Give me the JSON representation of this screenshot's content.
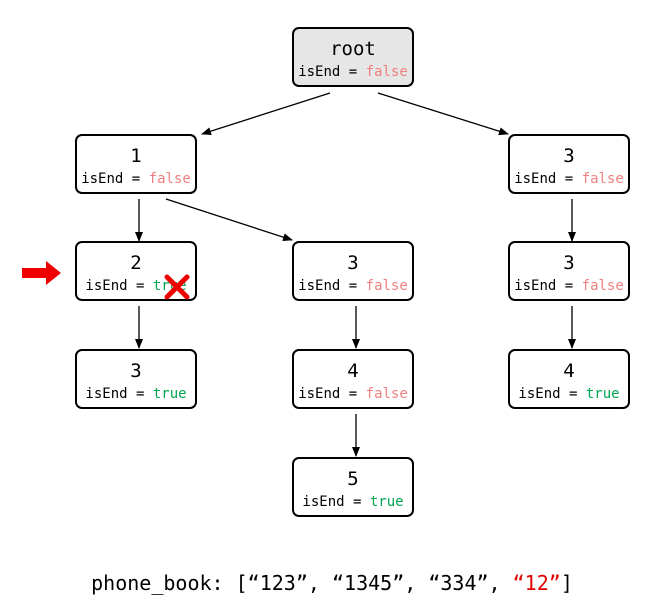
{
  "colors": {
    "false_value": "#f08080",
    "true_value": "#00a550",
    "highlight": "#e00000",
    "marker": "#ee0000",
    "root_fill": "#e6e6e6"
  },
  "label_prefix": "isEnd = ",
  "nodes": [
    {
      "id": "root",
      "key": "root",
      "isEnd": "false"
    },
    {
      "id": "n1",
      "key": "1",
      "isEnd": "false"
    },
    {
      "id": "n3a",
      "key": "3",
      "isEnd": "false"
    },
    {
      "id": "n2",
      "key": "2",
      "isEnd": "true",
      "crossed": true
    },
    {
      "id": "n3b",
      "key": "3",
      "isEnd": "false"
    },
    {
      "id": "n3c",
      "key": "3",
      "isEnd": "false"
    },
    {
      "id": "n3d",
      "key": "3",
      "isEnd": "true"
    },
    {
      "id": "n4a",
      "key": "4",
      "isEnd": "false"
    },
    {
      "id": "n4b",
      "key": "4",
      "isEnd": "true"
    },
    {
      "id": "n5",
      "key": "5",
      "isEnd": "true"
    }
  ],
  "edges": [
    [
      "root",
      "n1"
    ],
    [
      "root",
      "n3a"
    ],
    [
      "n1",
      "n2"
    ],
    [
      "n1",
      "n3b"
    ],
    [
      "n3a",
      "n3c"
    ],
    [
      "n2",
      "n3d"
    ],
    [
      "n3b",
      "n4a"
    ],
    [
      "n3c",
      "n4b"
    ],
    [
      "n4a",
      "n5"
    ]
  ],
  "marker": {
    "target": "n2",
    "icon": "right-arrow-icon",
    "crossed_icon": "cross-icon"
  },
  "caption": {
    "prefix": "phone_book: [",
    "items": [
      "“123”",
      "“1345”",
      "“334”",
      "“12”"
    ],
    "highlighted_item": "“12”",
    "separator": ", ",
    "suffix": "]"
  }
}
